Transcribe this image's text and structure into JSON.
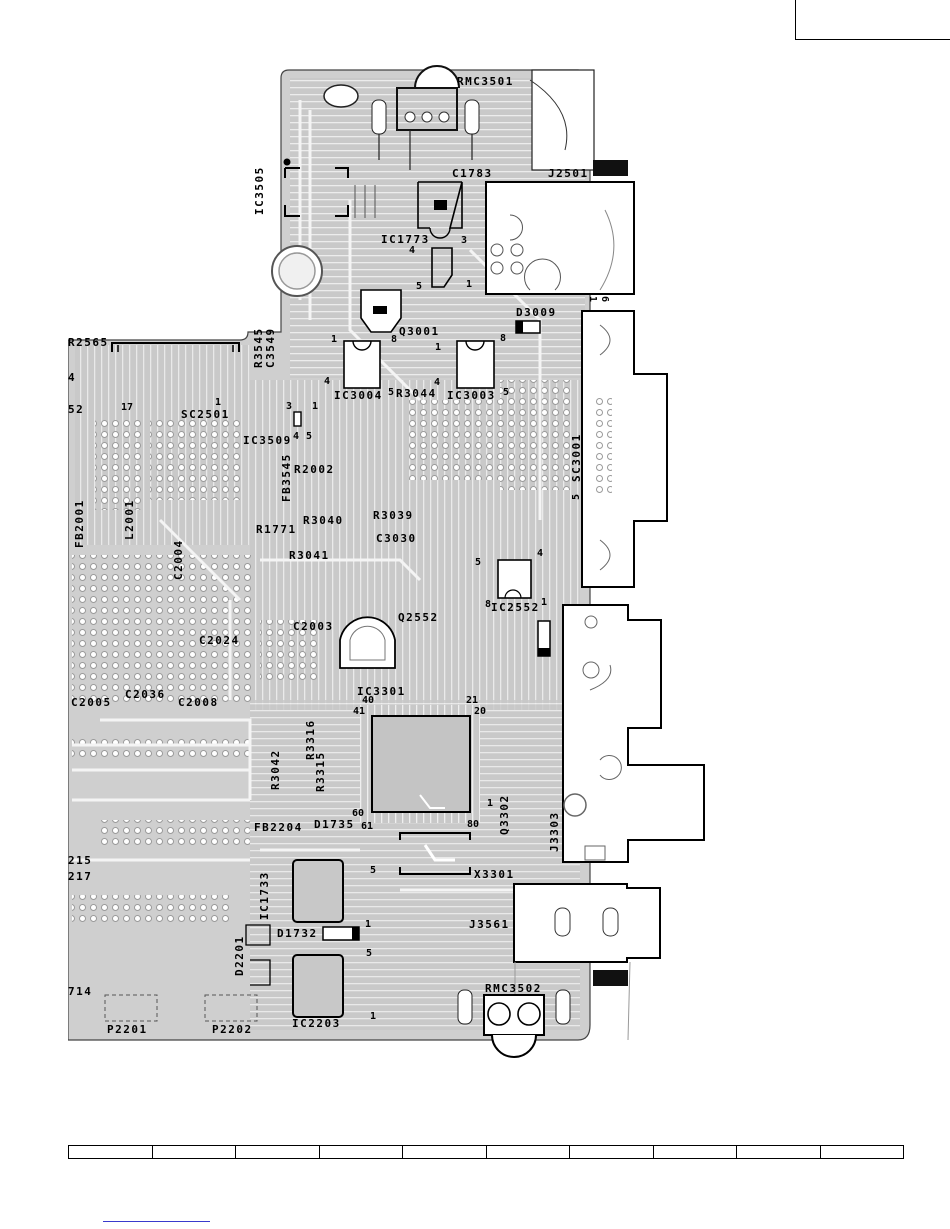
{
  "components": {
    "rmc3501": "RMC3501",
    "j2501": "J2501",
    "c1783": "C1783",
    "ic3505": "IC3505",
    "ic1773": "IC1773",
    "r2565": "R2565",
    "r3545": "R3545",
    "c3549": "C3549",
    "q3001": "Q3001",
    "d3009": "D3009",
    "ic3004": "IC3004",
    "r3044": "R3044",
    "ic3003": "IC3003",
    "sc2501": "SC2501",
    "ic3509": "IC3509",
    "sc3001": "SC3001",
    "r2002": "R2002",
    "fb3545": "FB3545",
    "fb2001": "FB2001",
    "l2001": "L2001",
    "r3040": "R3040",
    "r3039": "R3039",
    "r1771": "R1771",
    "c3030": "C3030",
    "c2004": "C2004",
    "r3041": "R3041",
    "ic2552": "IC2552",
    "c2003": "C2003",
    "q2552": "Q2552",
    "c2024": "C2024",
    "ic3301": "IC3301",
    "c2005": "C2005",
    "c2036": "C2036",
    "c2008": "C2008",
    "r3316": "R3316",
    "r3315": "R3315",
    "r3042": "R3042",
    "q3302": "Q3302",
    "j3303": "J3303",
    "fb2204": "FB2204",
    "d1735": "D1735",
    "x3301": "X3301",
    "ic1733": "IC1733",
    "j3561": "J3561",
    "d1732": "D1732",
    "d2201": "D2201",
    "rmc3502": "RMC3502",
    "p2201": "P2201",
    "p2202": "P2202",
    "ic2203": "IC2203",
    "frag_4": "4",
    "frag_52": "52",
    "frag_215": "215",
    "frag_217": "217",
    "frag_714": "714"
  },
  "pins": {
    "ic1773_3": "3",
    "ic1773_4": "4",
    "ic1773_5": "5",
    "ic1773_1": "1",
    "j2501_6": "6",
    "j2501_1": "1",
    "ic3004_1": "1",
    "ic3004_8": "8",
    "ic3004_4": "4",
    "ic3004_5": "5",
    "ic3003_1": "1",
    "ic3003_8": "8",
    "ic3003_4": "4",
    "ic3003_5": "5",
    "sc2501_17": "17",
    "sc2501_1": "1",
    "ic3509_3": "3",
    "ic3509_1": "1",
    "ic3509_4": "4",
    "ic3509_5": "5",
    "sc3001_5": "5",
    "ic2552_5": "5",
    "ic2552_4": "4",
    "ic2552_8": "8",
    "ic2552_1": "1",
    "ic3301_40": "40",
    "ic3301_41": "41",
    "ic3301_21": "21",
    "ic3301_20": "20",
    "ic3301_60": "60",
    "ic3301_61": "61",
    "ic3301_80": "80",
    "ic3301_1": "1",
    "ic1733_5": "5",
    "d1732_1": "1",
    "ic2203_5": "5",
    "ic2203_1": "1"
  }
}
